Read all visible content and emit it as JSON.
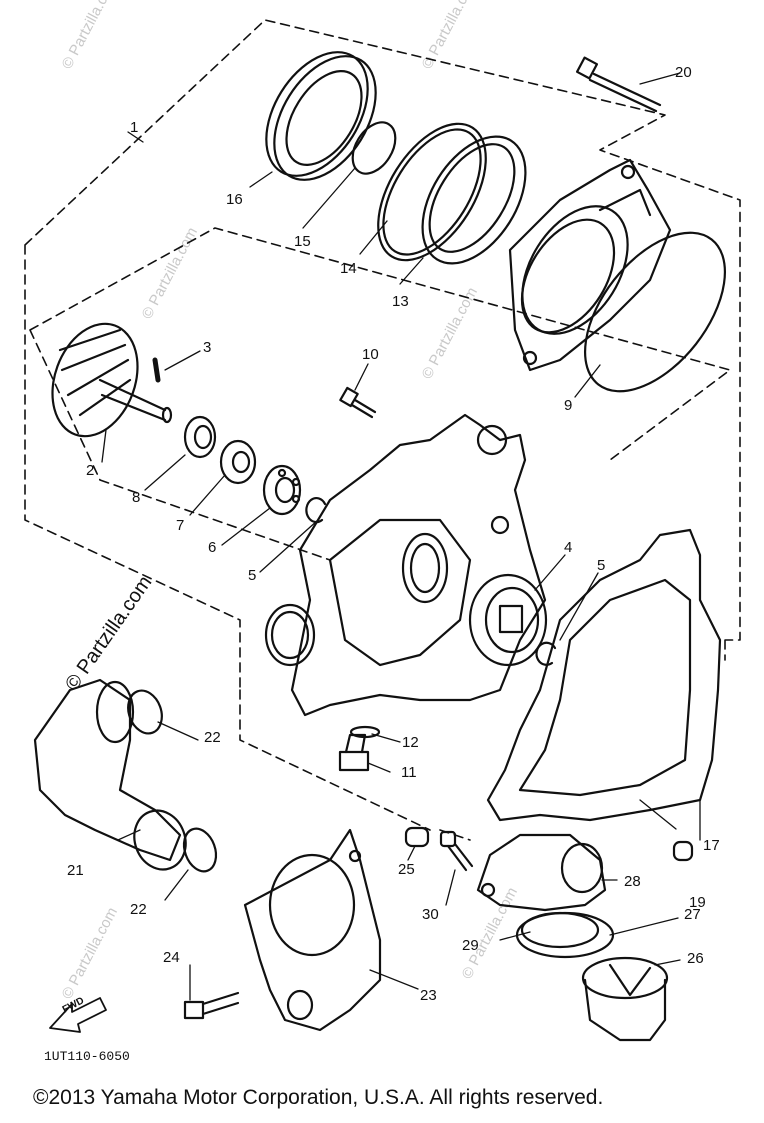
{
  "diagram": {
    "callouts": {
      "c1": "1",
      "c2": "2",
      "c3": "3",
      "c4": "4",
      "c5a": "5",
      "c5b": "5",
      "c6": "6",
      "c7": "7",
      "c8": "8",
      "c9": "9",
      "c10": "10",
      "c11": "11",
      "c12": "12",
      "c13": "13",
      "c14": "14",
      "c15": "15",
      "c16": "16",
      "c17": "17",
      "c19": "19",
      "c20": "20",
      "c21": "21",
      "c22a": "22",
      "c22b": "22",
      "c23": "23",
      "c24": "24",
      "c25": "25",
      "c26": "26",
      "c27": "27",
      "c28": "28",
      "c29": "29",
      "c30": "30"
    },
    "fwd_label": "FWD",
    "diagram_code": "1UT110-6050",
    "watermark": "© Partzilla.com",
    "copyright": "©2013  Yamaha Motor Corporation, U.S.A. All rights reserved."
  }
}
